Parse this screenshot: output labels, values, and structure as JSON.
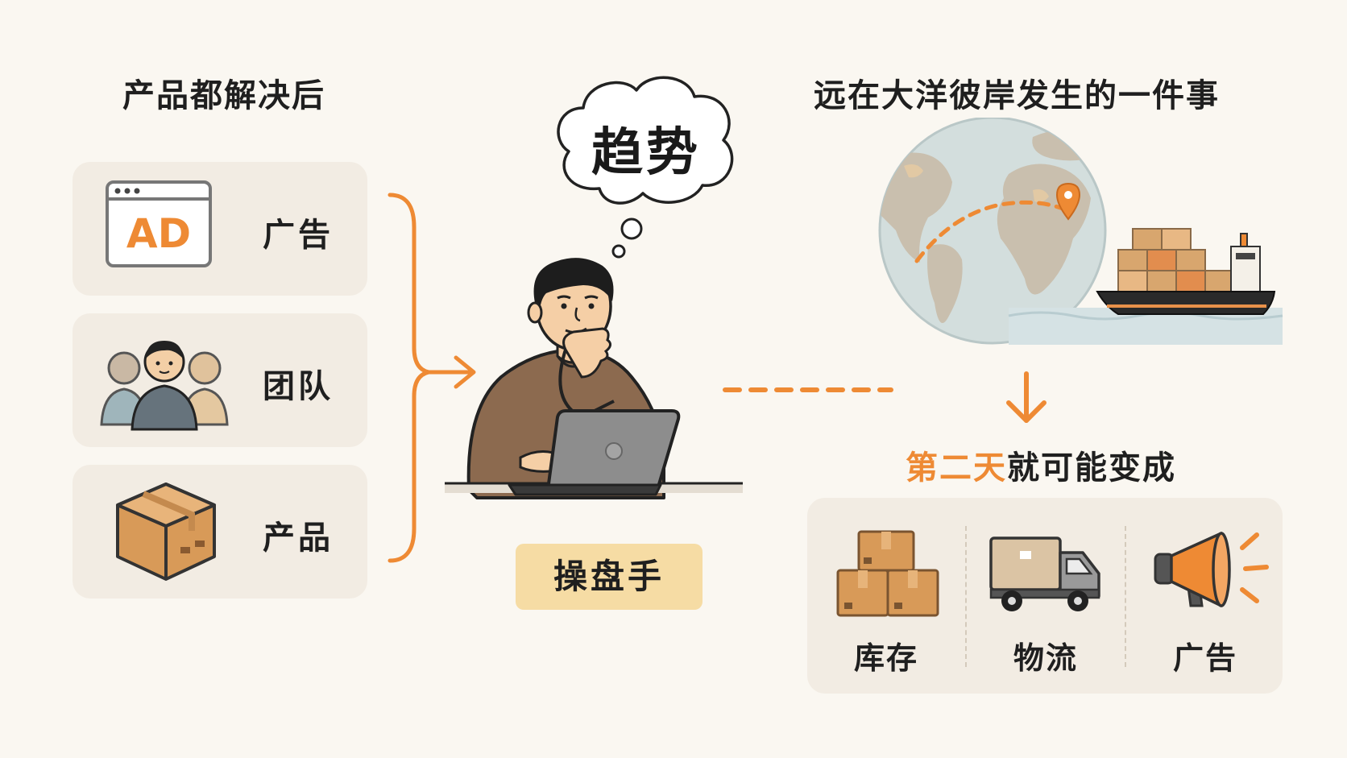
{
  "left": {
    "heading": "产品都解决后",
    "cards": [
      {
        "label": "广告",
        "icon": "ad-browser-icon",
        "badge_text": "AD"
      },
      {
        "label": "团队",
        "icon": "team-people-icon"
      },
      {
        "label": "产品",
        "icon": "cardboard-box-icon"
      }
    ]
  },
  "center": {
    "thought": "趋势",
    "role": "操盘手",
    "person_icon": "thinking-person-laptop-icon"
  },
  "right": {
    "heading": "远在大洋彼岸发生的一件事",
    "illustration_icon": "globe-cargo-ship-icon",
    "result_highlight": "第二天",
    "result_rest": "就可能变成",
    "items": [
      {
        "label": "库存",
        "icon": "stacked-boxes-icon"
      },
      {
        "label": "物流",
        "icon": "delivery-truck-icon"
      },
      {
        "label": "广告",
        "icon": "megaphone-icon"
      }
    ]
  },
  "colors": {
    "accent": "#ee8a34",
    "card_bg": "#f2ece3",
    "badge_bg": "#f6dca4",
    "page_bg": "#faf7f1"
  }
}
